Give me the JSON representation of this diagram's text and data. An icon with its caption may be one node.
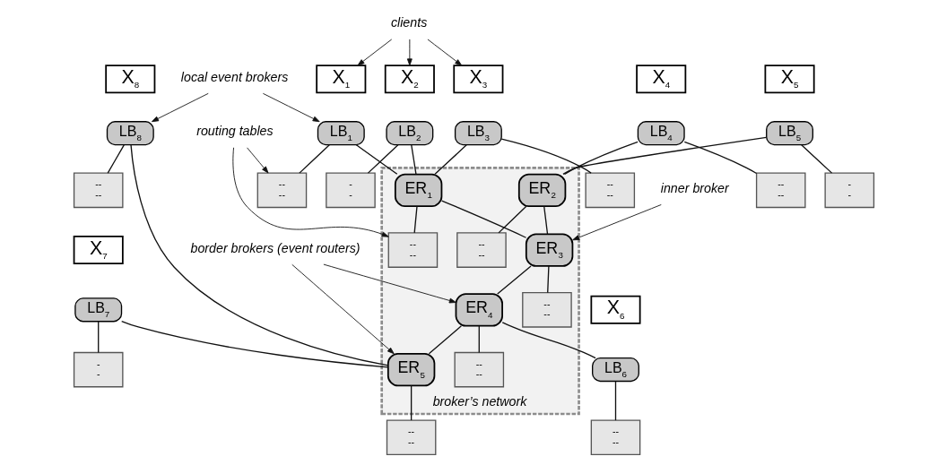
{
  "diagram": {
    "nodes": [
      {
        "text": [
          "broker’s network"
        ]
      },
      {
        "text": [
          "ER$_{1}$"
        ],
        "in": 0
      },
      {
        "text": [
          "ER$_{2}$"
        ],
        "in": 0
      },
      {
        "text": [
          "ER$_{3}$"
        ],
        "in": 0
      },
      {
        "text": [
          "ER$_{4}$"
        ],
        "in": 0
      },
      {
        "text": [
          "ER$_{5}$"
        ],
        "in": 0
      },
      {
        "text": [
          "X$_{1}$"
        ]
      },
      {
        "text": [
          "X$_{2}$"
        ]
      },
      {
        "text": [
          "X$_{3}$"
        ]
      },
      {
        "text": [
          "X$_{4}$"
        ]
      },
      {
        "text": [
          "X$_{5}$"
        ]
      },
      {
        "text": [
          "X$_{6}$"
        ]
      },
      {
        "text": [
          "X$_{7}$"
        ]
      },
      {
        "text": [
          "X$_{8}$"
        ]
      },
      {
        "text": [
          "LB$_{1}$"
        ]
      },
      {
        "text": [
          "LB$_{2}$"
        ]
      },
      {
        "text": [
          "LB$_{3}$"
        ]
      },
      {
        "text": [
          "LB$_{4}$"
        ]
      },
      {
        "text": [
          "LB$_{5}$"
        ]
      },
      {
        "text": [
          "LB$_{6}$"
        ]
      },
      {
        "text": [
          "LB$_{7}$"
        ]
      },
      {
        "text": [
          "LB$_{8}$"
        ]
      },
      {
        "text": [
          "--",
          "--"
        ]
      },
      {
        "text": [
          "-",
          "-"
        ]
      },
      {
        "text": [
          "--",
          "--"
        ]
      },
      {
        "text": [
          "--",
          "--"
        ]
      },
      {
        "text": [
          "-",
          "-"
        ]
      },
      {
        "text": [
          "--",
          "--"
        ]
      },
      {
        "text": [
          "-",
          "-"
        ]
      },
      {
        "text": [
          "--",
          "--"
        ]
      },
      {
        "text": [
          "--",
          "--"
        ],
        "in": 0
      },
      {
        "text": [
          "--",
          "--"
        ],
        "in": 0
      },
      {
        "text": [
          "--",
          "--"
        ],
        "in": 0
      },
      {
        "text": [
          "--",
          "--"
        ],
        "in": 0
      },
      {
        "text": [
          "--",
          "--"
        ]
      },
      {
        "text": [
          "clients"
        ]
      },
      {
        "text": [
          "local event brokers"
        ]
      },
      {
        "text": [
          "routing tables"
        ]
      },
      {
        "text": [
          "border brokers (event routers)"
        ]
      },
      {
        "text": [
          "inner broker"
        ]
      }
    ],
    "edges": [
      {
        "from": 14,
        "to": 1,
        "arrow": "none"
      },
      {
        "from": 15,
        "to": 1,
        "arrow": "none"
      },
      {
        "from": 16,
        "to": 1,
        "arrow": "none"
      },
      {
        "from": 1,
        "to": 3,
        "arrow": "none"
      },
      {
        "from": 17,
        "to": 2,
        "arrow": "none"
      },
      {
        "from": 18,
        "to": 2,
        "arrow": "none"
      },
      {
        "from": 2,
        "to": 3,
        "arrow": "none"
      },
      {
        "from": 3,
        "to": 4,
        "arrow": "none"
      },
      {
        "from": 4,
        "to": 5,
        "arrow": "none"
      },
      {
        "from": 21,
        "to": 5,
        "arrow": "none"
      },
      {
        "from": 20,
        "to": 5,
        "arrow": "none"
      },
      {
        "from": 4,
        "to": 19,
        "arrow": "none"
      },
      {
        "from": 14,
        "to": 22,
        "arrow": "none"
      },
      {
        "from": 15,
        "to": 23,
        "arrow": "none"
      },
      {
        "from": 16,
        "to": 24,
        "arrow": "none"
      },
      {
        "from": 17,
        "to": 25,
        "arrow": "none"
      },
      {
        "from": 18,
        "to": 26,
        "arrow": "none"
      },
      {
        "from": 19,
        "to": 27,
        "arrow": "none"
      },
      {
        "from": 20,
        "to": 28,
        "arrow": "none"
      },
      {
        "from": 21,
        "to": 29,
        "arrow": "none"
      },
      {
        "from": 1,
        "to": 30,
        "arrow": "none"
      },
      {
        "from": 2,
        "to": 31,
        "arrow": "none"
      },
      {
        "from": 3,
        "to": 32,
        "arrow": "none"
      },
      {
        "from": 4,
        "to": 33,
        "arrow": "none"
      },
      {
        "from": 5,
        "to": 34,
        "arrow": "none"
      },
      {
        "from": 35,
        "to": 6,
        "arrow": "to"
      },
      {
        "from": 35,
        "to": 7,
        "arrow": "to"
      },
      {
        "from": 35,
        "to": 8,
        "arrow": "to"
      },
      {
        "from": 36,
        "to": 14,
        "arrow": "to"
      },
      {
        "from": 36,
        "to": 21,
        "arrow": "to"
      },
      {
        "from": 37,
        "to": 22,
        "arrow": "to"
      },
      {
        "from": 37,
        "to": 30,
        "arrow": "to"
      },
      {
        "from": 38,
        "to": 5,
        "arrow": "to"
      },
      {
        "from": 38,
        "to": 4,
        "arrow": "to"
      },
      {
        "from": 39,
        "to": 3,
        "arrow": "to"
      }
    ]
  }
}
